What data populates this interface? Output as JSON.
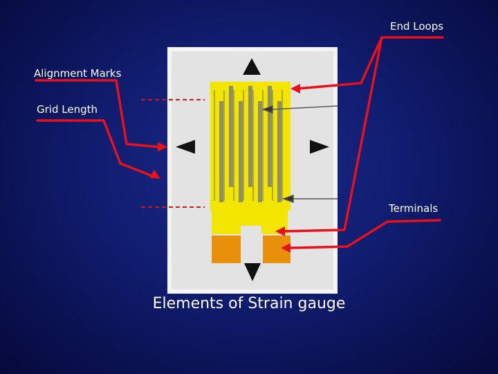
{
  "labels": {
    "end_loops": "End Loops",
    "alignment_marks": "Alignment Marks",
    "grid_length": "Grid Length",
    "terminals": "Terminals"
  },
  "caption": "Elements of Strain gauge",
  "colors": {
    "background": "#101c6e",
    "leader_line": "#e8101a",
    "foil": "#f2e600",
    "terminal_pad": "#e8900a",
    "carrier": "#e3e3e3",
    "marker": "#111111"
  },
  "icons": [
    "triangle-up-icon",
    "triangle-down-icon",
    "triangle-left-icon",
    "triangle-right-icon"
  ]
}
